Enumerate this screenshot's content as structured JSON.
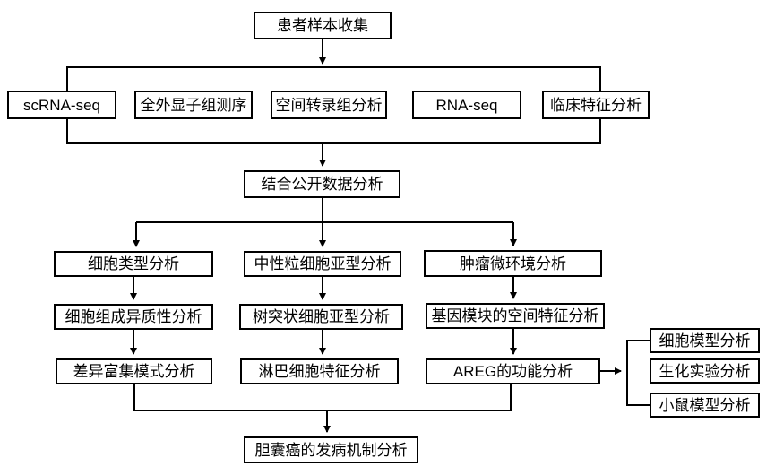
{
  "diagram": {
    "type": "flowchart",
    "background_color": "#ffffff",
    "line_color": "#000000",
    "box_fill": "#ffffff",
    "box_border_color": "#000000",
    "text_color": "#000000",
    "nodes": {
      "patient_sample_collection": {
        "label": "患者样本收集"
      },
      "scrna_seq": {
        "label": "scRNA-seq"
      },
      "whole_exome_sequencing": {
        "label": "全外显子组测序"
      },
      "spatial_transcriptomics": {
        "label": "空间转录组分析"
      },
      "rna_seq": {
        "label": "RNA-seq"
      },
      "clinical_features": {
        "label": "临床特征分析"
      },
      "combine_public_data": {
        "label": "结合公开数据分析"
      },
      "cell_type_analysis": {
        "label": "细胞类型分析"
      },
      "cell_composition_heterogeneity": {
        "label": "细胞组成异质性分析"
      },
      "differential_enrichment_pattern": {
        "label": "差异富集模式分析"
      },
      "neutrophil_subtype": {
        "label": "中性粒细胞亚型分析"
      },
      "dendritic_cell_subtype": {
        "label": "树突状细胞亚型分析"
      },
      "lymphocyte_features": {
        "label": "淋巴细胞特征分析"
      },
      "tumor_microenvironment": {
        "label": "肿瘤微环境分析"
      },
      "gene_module_spatial_features": {
        "label": "基因模块的空间特征分析"
      },
      "areg_function": {
        "label": "AREG的功能分析"
      },
      "cell_model_analysis": {
        "label": "细胞模型分析"
      },
      "biochemical_experiment_analysis": {
        "label": "生化实验分析"
      },
      "mouse_model_analysis": {
        "label": "小鼠模型分析"
      },
      "gallbladder_cancer_pathogenesis": {
        "label": "胆囊癌的发病机制分析"
      }
    },
    "flow": [
      "患者样本收集 -> {scRNA-seq, 全外显子组测序, 空间转录组分析, RNA-seq, 临床特征分析}",
      "{row2} -> 结合公开数据分析",
      "结合公开数据分析 -> {细胞类型分析, 中性粒细胞亚型分析, 肿瘤微环境分析}",
      "细胞类型分析 -> 细胞组成异质性分析 -> 差异富集模式分析",
      "中性粒细胞亚型分析 -> 树突状细胞亚型分析 -> 淋巴细胞特征分析",
      "肿瘤微环境分析 -> 基因模块的空间特征分析 -> AREG的功能分析",
      "AREG的功能分析 -> {细胞模型分析, 生化实验分析, 小鼠模型分析}",
      "{差异富集模式分析, AREG的功能分析} -> 胆囊癌的发病机制分析"
    ]
  }
}
